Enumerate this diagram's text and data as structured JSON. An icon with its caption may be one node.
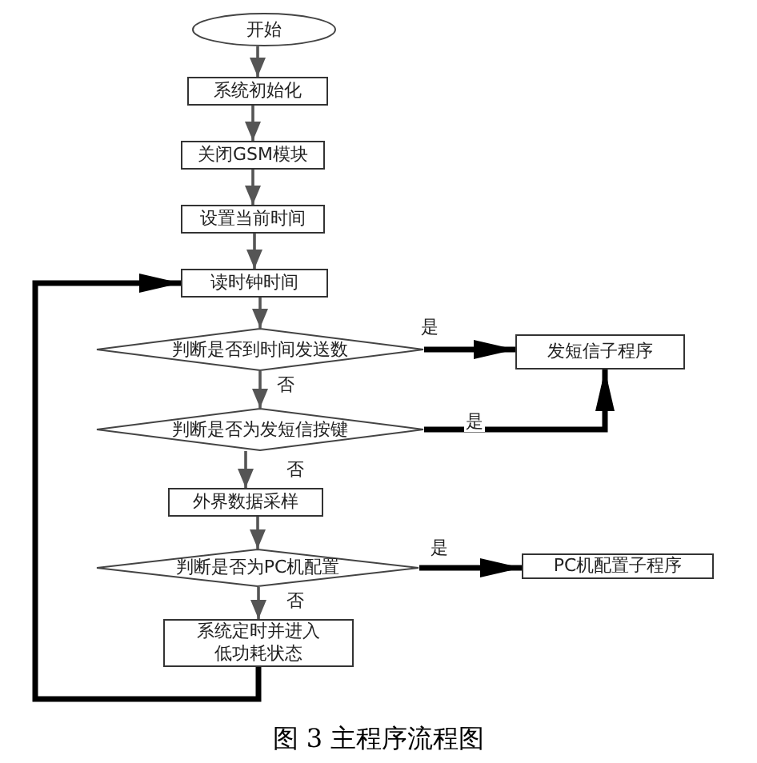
{
  "diagram": {
    "caption": "图 3 主程序流程图",
    "nodes": [
      {
        "text": [
          "开始"
        ]
      },
      {
        "text": [
          "系统初始化"
        ]
      },
      {
        "text": [
          "关闭GSM模块"
        ]
      },
      {
        "text": [
          "设置当前时间"
        ]
      },
      {
        "text": [
          "读时钟时间"
        ]
      },
      {
        "text": [
          "判断是否到时间发送数"
        ]
      },
      {
        "text": [
          "发短信子程序"
        ]
      },
      {
        "text": [
          "判断是否为发短信按键"
        ]
      },
      {
        "text": [
          "外界数据采样"
        ]
      },
      {
        "text": [
          "判断是否为PC机配置"
        ]
      },
      {
        "text": [
          "PC机配置子程序"
        ]
      },
      {
        "text": [
          "系统定时并进入低功耗状态"
        ]
      }
    ],
    "edges": [
      {
        "from": 0,
        "to": 1,
        "arrow": "to"
      },
      {
        "from": 1,
        "to": 2,
        "arrow": "to"
      },
      {
        "from": 2,
        "to": 3,
        "arrow": "to"
      },
      {
        "from": 3,
        "to": 4,
        "arrow": "to"
      },
      {
        "from": 4,
        "to": 5,
        "arrow": "to"
      },
      {
        "from": 5,
        "to": 6,
        "arrow": "to",
        "label": "是",
        "style": "thick",
        "color": "#000000"
      },
      {
        "from": 5,
        "to": 7,
        "arrow": "to",
        "label": "否"
      },
      {
        "from": 7,
        "to": 6,
        "arrow": "to",
        "label": "是",
        "style": "thick",
        "color": "#000000"
      },
      {
        "from": 7,
        "to": 8,
        "arrow": "to",
        "label": "否"
      },
      {
        "from": 8,
        "to": 9,
        "arrow": "to"
      },
      {
        "from": 9,
        "to": 10,
        "arrow": "to",
        "label": "是",
        "style": "thick",
        "color": "#000000"
      },
      {
        "from": 9,
        "to": 11,
        "arrow": "to",
        "label": "否"
      },
      {
        "from": 11,
        "to": 4,
        "arrow": "to",
        "style": "thick",
        "color": "#000000"
      }
    ]
  }
}
